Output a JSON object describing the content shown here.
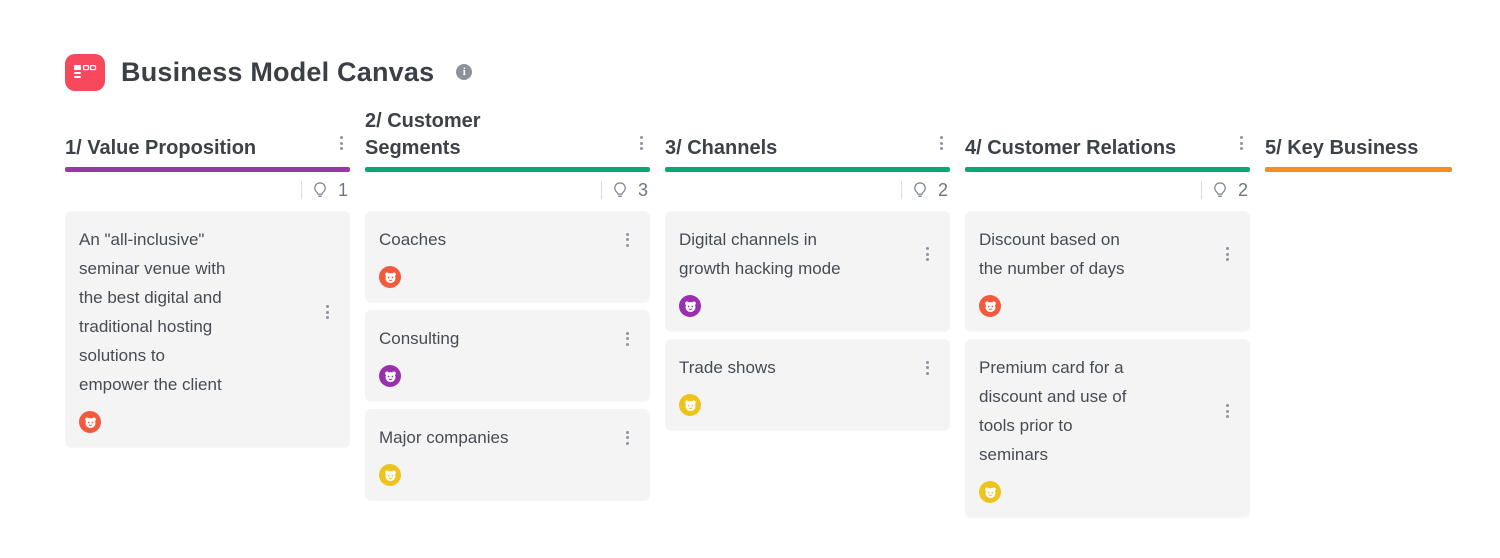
{
  "header": {
    "title": "Business Model Canvas",
    "app_icon_color": "#f8485c",
    "icons": {
      "app_logo": "board-grid-icon",
      "info": "info-circle-icon"
    }
  },
  "colors": {
    "purple_accent": "#9539a5",
    "green_accent": "#0aa870",
    "orange_accent": "#f78c1f",
    "card_background": "#f4f4f5"
  },
  "icons": {
    "column_menu": "kebab-vertical-icon",
    "card_menu": "kebab-vertical-icon",
    "idea_counter": "lightbulb-icon",
    "avatar": "animal-face-avatar-icon"
  },
  "columns": [
    {
      "title": "1/ Value Proposition",
      "accent_color": "#9539a5",
      "idea_count": "1",
      "cards": [
        {
          "text": "An \"all-inclusive\"\nseminar venue with\nthe best digital and\ntraditional hosting\nsolutions to\nempower the client",
          "avatar_color": "#f2593d"
        }
      ]
    },
    {
      "title": "2/ Customer\nSegments",
      "accent_color": "#0aa870",
      "idea_count": "3",
      "cards": [
        {
          "text": "Coaches",
          "avatar_color": "#f2593d"
        },
        {
          "text": "Consulting",
          "avatar_color": "#9a30ae"
        },
        {
          "text": "Major companies",
          "avatar_color": "#eec31d"
        }
      ]
    },
    {
      "title": "3/ Channels",
      "accent_color": "#0aa870",
      "idea_count": "2",
      "cards": [
        {
          "text": "Digital channels in\ngrowth hacking mode",
          "avatar_color": "#9a30ae"
        },
        {
          "text": "Trade shows",
          "avatar_color": "#eec31d"
        }
      ]
    },
    {
      "title": "4/ Customer Relations",
      "accent_color": "#0aa870",
      "idea_count": "2",
      "cards": [
        {
          "text": "Discount based on\nthe number of days",
          "avatar_color": "#f2593d"
        },
        {
          "text": "Premium card for a\ndiscount and use of\ntools prior to\nseminars",
          "avatar_color": "#eec31d"
        }
      ]
    },
    {
      "title": "5/ Key Business",
      "accent_color": "#f78c1f",
      "cards": []
    }
  ]
}
